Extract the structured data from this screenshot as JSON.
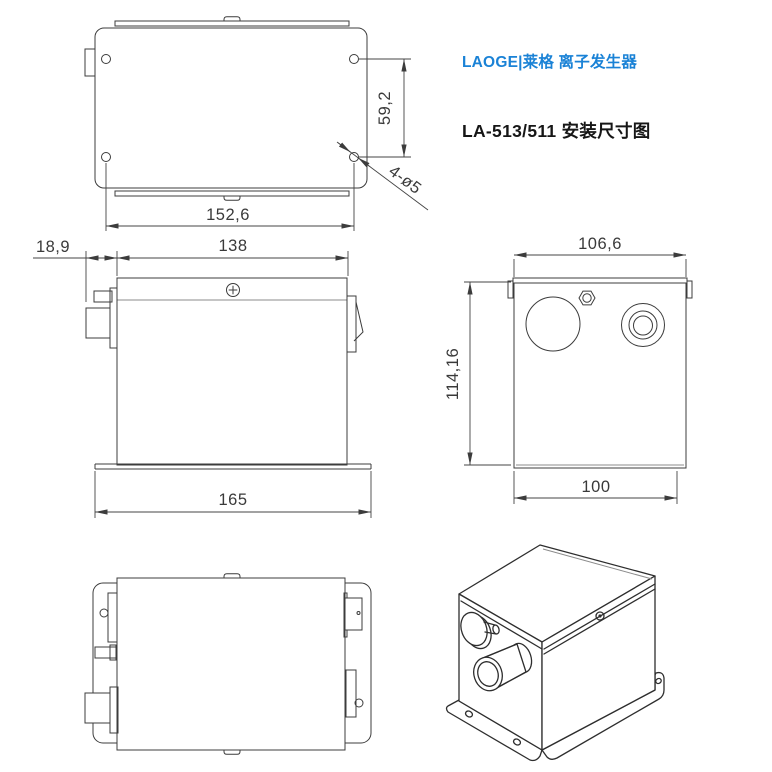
{
  "header": {
    "brand": "LAOGE|莱格 离子发生器",
    "title": "LA-513/511 安装尺寸图",
    "brand_color": "#1a82d6",
    "line_color": "#3c3c3c"
  },
  "views": {
    "top": {
      "label": "top-view",
      "dim_mount_width": "152,6",
      "dim_hole_spacing": "59,2",
      "dim_holes": "4-ø5"
    },
    "front": {
      "label": "front-view",
      "dim_connector_offset": "18,9",
      "dim_body_width": "138",
      "dim_base_width": "165"
    },
    "side": {
      "label": "side-view",
      "dim_body_depth": "106,6",
      "dim_height": "114,16",
      "dim_base_depth": "100"
    },
    "bottom": {
      "label": "bottom-view"
    },
    "iso": {
      "label": "isometric-view"
    }
  }
}
